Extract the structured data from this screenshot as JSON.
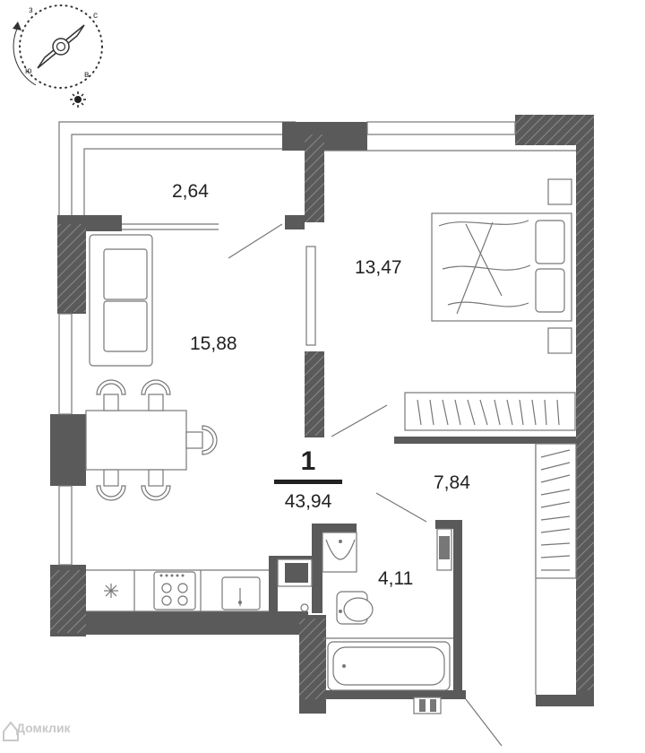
{
  "compass": {
    "north_label": "с",
    "east_label": "в",
    "south_label": "ю",
    "west_label": "з",
    "sun_icon": "sun-icon"
  },
  "apartment": {
    "rooms_count": "1",
    "total_area": "43,94"
  },
  "rooms": [
    {
      "id": "balcony",
      "area": "2,64"
    },
    {
      "id": "living-kitchen",
      "area": "15,88"
    },
    {
      "id": "bedroom",
      "area": "13,47"
    },
    {
      "id": "hallway",
      "area": "7,84"
    },
    {
      "id": "bathroom",
      "area": "4,11"
    }
  ],
  "watermark": {
    "text": "Домклик",
    "icon": "domclick-logo-icon"
  },
  "colors": {
    "wall": "#5a5a5a",
    "line": "#777777",
    "text": "#222222"
  }
}
